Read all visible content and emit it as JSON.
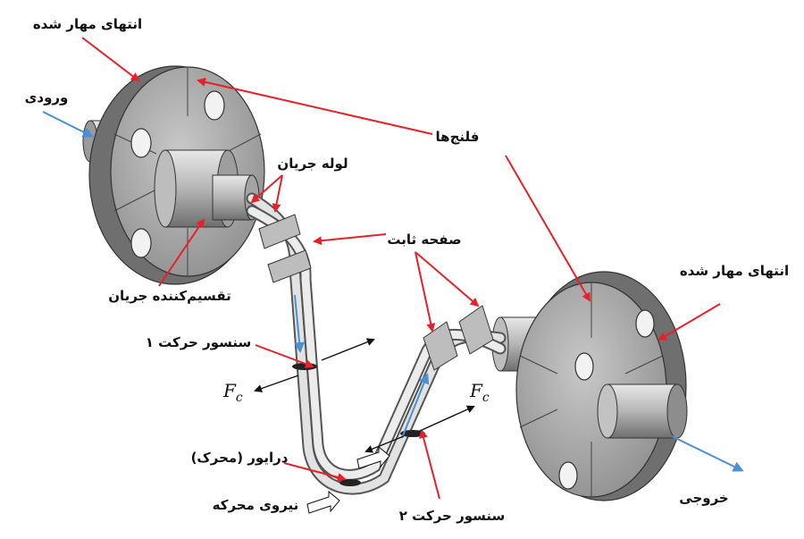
{
  "labels": {
    "fixed_end_left": "انتهای مهار شده",
    "fixed_end_right": "انتهای مهار شده",
    "inlet": "ورودی",
    "outlet": "خروجی",
    "flanges": "فلنج‌ها",
    "flow_tube": "لوله جریان",
    "fixed_plate": "صفحه ثابت",
    "flow_splitter": "تقسیم‌کننده جریان",
    "motion_sensor_1": "سنسور حرکت ۱",
    "motion_sensor_2": "سنسور حرکت ۲",
    "driver": "درایور (محرک)",
    "drive_force": "نیروی محرکه"
  },
  "coriolis_force": {
    "symbol": "F",
    "subscript": "c"
  },
  "colors": {
    "callout_arrow": "#e8202a",
    "flow_arrow": "#4a90d9",
    "metal_dark": "#7a7a7a",
    "metal_light": "#dedede"
  }
}
